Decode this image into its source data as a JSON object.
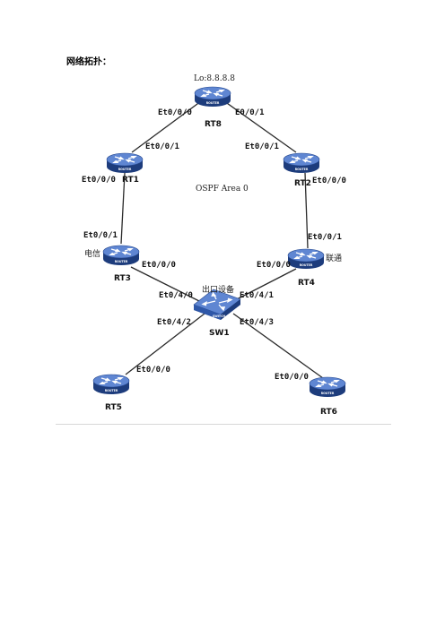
{
  "heading": "网络拓扑：",
  "loopback": "Lo:8.8.8.8",
  "area": "OSPF Area 0",
  "isp_telecom": "电信",
  "isp_unicom": "联通",
  "egress_device": "出口设备",
  "router_text": "ROUTER",
  "switch_text": "SWITCH",
  "devices": {
    "rt8": "RT8",
    "rt1": "RT1",
    "rt2": "RT2",
    "rt3": "RT3",
    "rt4": "RT4",
    "sw1": "SW1",
    "rt5": "RT5",
    "rt6": "RT6"
  },
  "ports": {
    "rt8_left": "Et0/0/0",
    "rt8_right": "E0/0/1",
    "rt1_top": "Et0/0/1",
    "rt1_left": "Et0/0/0",
    "rt2_top": "Et0/0/1",
    "rt2_right": "Et0/0/0",
    "rt3_top": "Et0/0/1",
    "rt3_right": "Et0/0/0",
    "rt4_top": "Et0/0/1",
    "rt4_left": "Et0/0/0",
    "sw1_p0": "Et0/4/0",
    "sw1_p1": "Et0/4/1",
    "sw1_p2": "Et0/4/2",
    "sw1_p3": "Et0/4/3",
    "rt5_port": "Et0/0/0",
    "rt6_port": "Et0/0/0"
  },
  "colors": {
    "device_blue": "#2e57a8",
    "device_top": "#5f86d2",
    "device_dark": "#1d3c7c"
  }
}
